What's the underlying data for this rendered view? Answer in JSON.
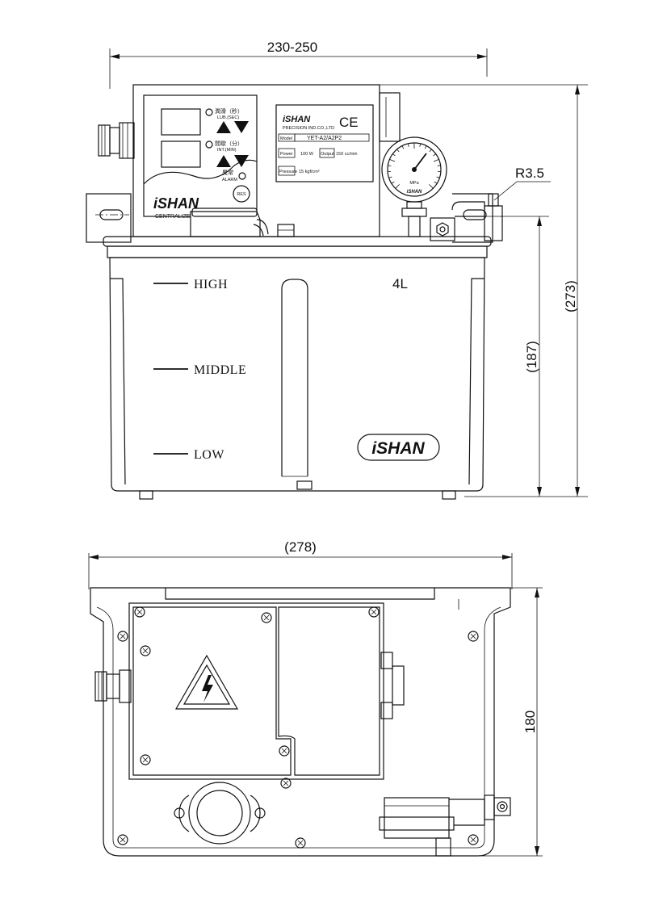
{
  "dimensions": {
    "top_width": "230-250",
    "top_height_total": "(273)",
    "top_height_tank": "(187)",
    "fitting_radius": "R3.5",
    "bottom_width": "(278)",
    "bottom_depth": "180"
  },
  "tank": {
    "level_high": "HIGH",
    "level_middle": "MIDDLE",
    "level_low": "LOW",
    "capacity": "4L",
    "brand_logo": "iSHAN"
  },
  "control_panel": {
    "brand_logo": "iSHAN",
    "brand_tag": "CENTRALIZE",
    "lub_label_cn": "潤滑（秒）",
    "lub_label_en": "LUB.(SEC)",
    "int_label_cn": "間歇（分）",
    "int_label_en": "INT.(MIN)",
    "alarm_label_cn": "異常",
    "alarm_label_en": "ALARM",
    "reset_button": "RES"
  },
  "nameplate": {
    "brand": "iSHAN",
    "company": "PRECISION IND.CO.,LTD",
    "model_label": "Model",
    "model_value": "YET-A2/A2P2",
    "power_label": "Power",
    "power_value": "100 W",
    "output_label": "Output",
    "output_value": "150 cc/min",
    "pressure_label": "Pressure",
    "pressure_value": "15 kgf/cm²"
  },
  "gauge": {
    "brand": "iSHAN",
    "unit": "MPa"
  },
  "colors": {
    "line": "#111111",
    "background": "#ffffff"
  }
}
